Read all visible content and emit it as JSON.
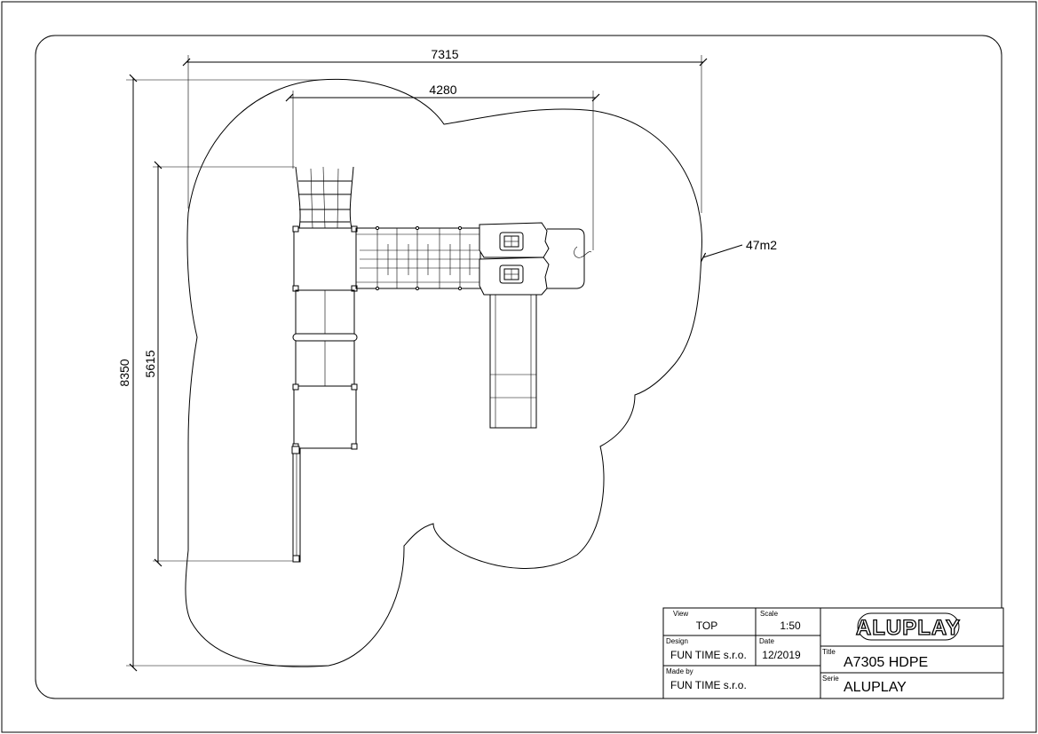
{
  "dimensions": {
    "total_width": "7315",
    "inner_width": "4280",
    "total_height": "8350",
    "inner_height": "5615",
    "area": "47m2"
  },
  "title_block": {
    "view_label": "View",
    "view_value": "TOP",
    "scale_label": "Scale",
    "scale_value": "1:50",
    "design_label": "Design",
    "design_value": "FUN TIME s.r.o.",
    "date_label": "Date",
    "date_value": "12/2019",
    "madeby_label": "Made by",
    "madeby_value": "FUN TIME s.r.o.",
    "title_label": "Title",
    "title_value": "A7305 HDPE",
    "serie_label": "Serie",
    "serie_value": "ALUPLAY",
    "logo": "ALUPLAY"
  }
}
